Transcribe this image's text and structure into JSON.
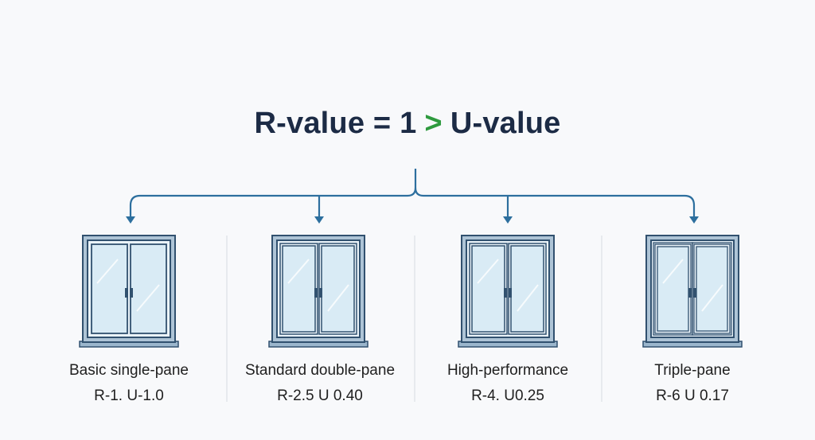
{
  "formula": {
    "left": "R-value = 1",
    "operator": ">",
    "right": "U-value"
  },
  "colors": {
    "connector": "#2d6f9e",
    "frame_outer": "#9bb6cc",
    "frame_inner": "#31516f",
    "glass": "#d9ebf5",
    "operator": "#2e9a3e"
  },
  "windows": [
    {
      "name": "Basic single-pane",
      "values": "R-1. U-1.0"
    },
    {
      "name": "Standard double-pane",
      "values": "R-2.5 U 0.40"
    },
    {
      "name": "High-performance",
      "values": "R-4. U0.25"
    },
    {
      "name": "Triple-pane",
      "values": "R-6 U 0.17"
    }
  ]
}
